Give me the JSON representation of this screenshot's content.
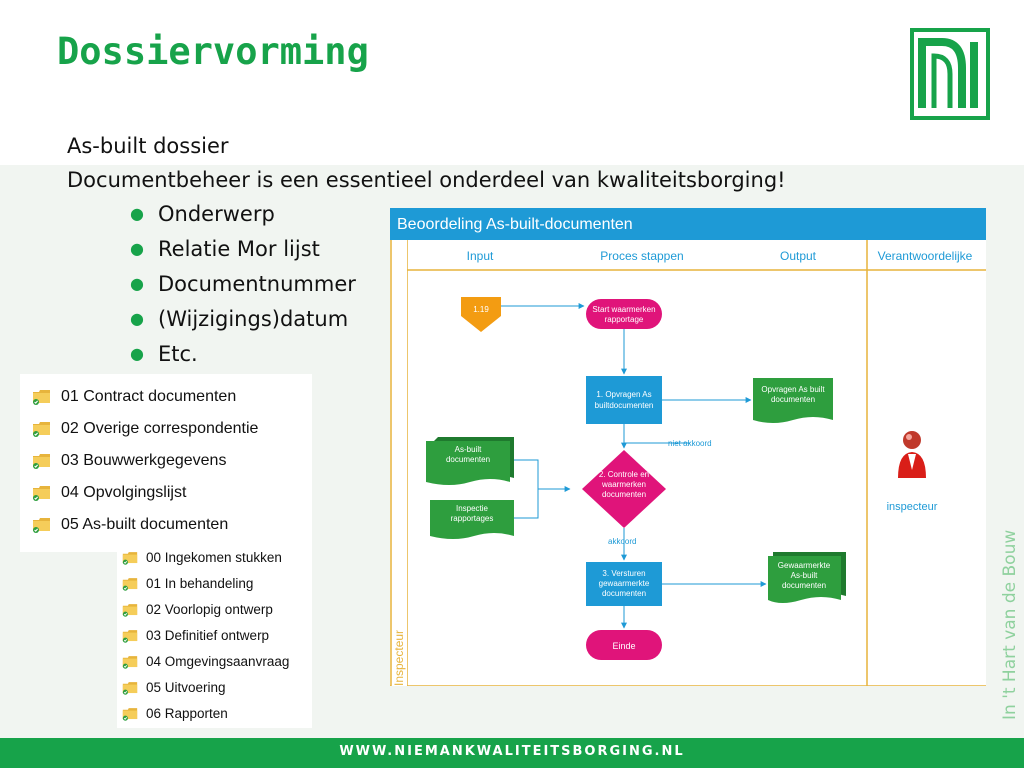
{
  "slide": {
    "title": "Dossiervorming",
    "intro_line1": "As-built dossier",
    "intro_line2": "Documentbeheer is een essentieel onderdeel van kwaliteitsborging!",
    "bullets": [
      "Onderwerp",
      "Relatie Mor lijst",
      "Documentnummer",
      "(Wijzigings)datum",
      "Etc."
    ]
  },
  "folders_main": [
    "01 Contract documenten",
    "02 Overige correspondentie",
    "03 Bouwwerkgegevens",
    "04 Opvolgingslijst",
    "05 As-built documenten"
  ],
  "folders_sub": [
    "00 Ingekomen stukken",
    "01 In behandeling",
    "02 Voorlopig ontwerp",
    "03 Definitief ontwerp",
    "04 Omgevingsaanvraag",
    "05 Uitvoering",
    "06 Rapporten"
  ],
  "diagram": {
    "title": "Beoordeling As-built-documenten",
    "columns": [
      "Input",
      "Proces stappen",
      "Output",
      "Verantwoordelijke"
    ],
    "lane_label": "Inspecteur",
    "ref_label": "1.19",
    "start": [
      "Start waarmerken",
      "rapportage"
    ],
    "step1": [
      "1. Opvragen As",
      "builtdocumenten"
    ],
    "output1": [
      "Opvragen As built",
      "documenten"
    ],
    "not_agree": "niet akkoord",
    "input1": [
      "As-built",
      "documenten"
    ],
    "decision": [
      "2. Controle en",
      "waarmerken",
      "documenten"
    ],
    "input2": [
      "Inspectie",
      "rapportages"
    ],
    "agree": "akkoord",
    "step3": [
      "3. Versturen",
      "gewaarmerkte",
      "documenten"
    ],
    "output2": [
      "Gewaarmerkte",
      "As-built",
      "documenten"
    ],
    "end": "Einde",
    "role": "inspecteur"
  },
  "side_text": "In 't Hart van de Bouw",
  "footer": "WWW.NIEMANKWALITEITSBORGING.NL",
  "colors": {
    "brand_green": "#17a34a",
    "diagram_blue": "#1e9ad6",
    "magenta": "#e0147a",
    "orange": "#f39c12",
    "doc_green": "#2e9e3e"
  }
}
